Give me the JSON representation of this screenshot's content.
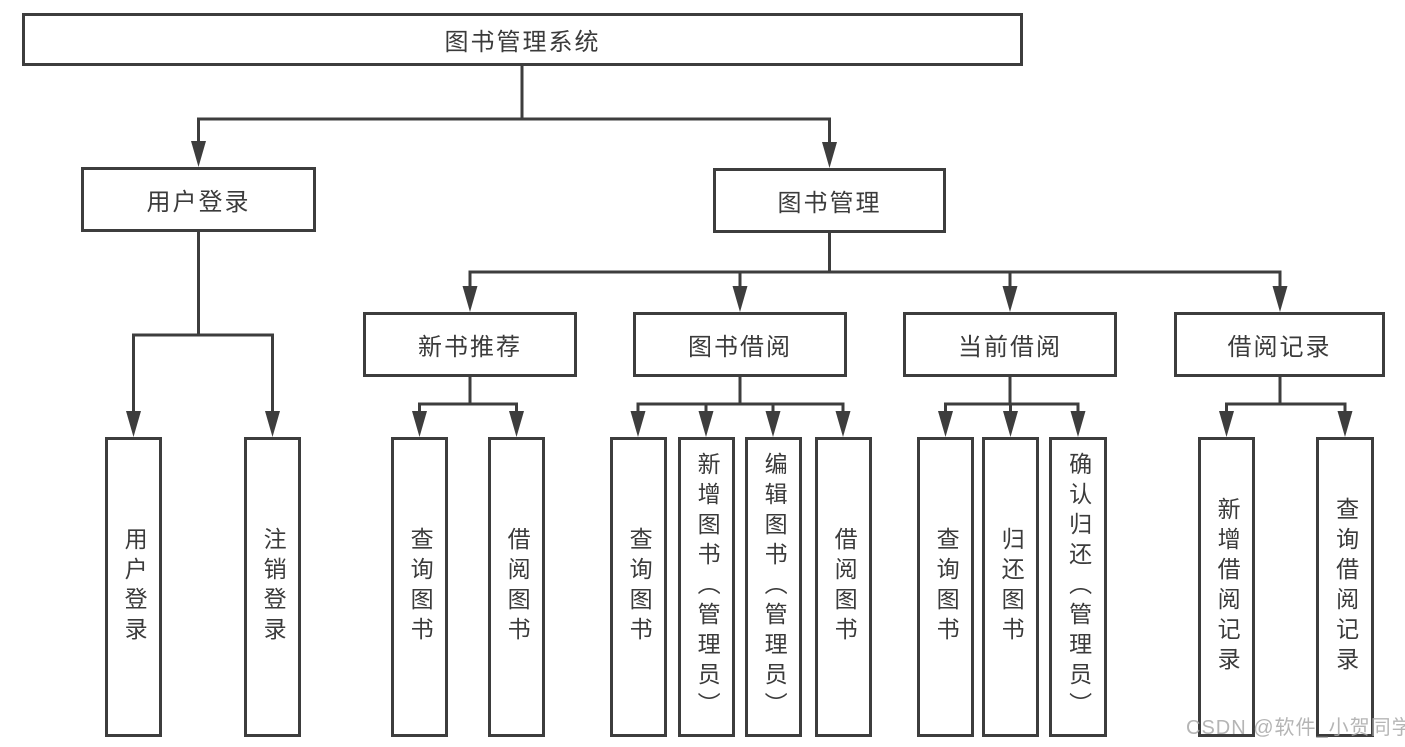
{
  "diagram": {
    "root": "图书管理系统",
    "level1": {
      "user_login": "用户登录",
      "book_mgmt": "图书管理"
    },
    "level2": {
      "new_books": "新书推荐",
      "book_borrow": "图书借阅",
      "current_borrow": "当前借阅",
      "borrow_records": "借阅记录"
    },
    "leaves": {
      "user_login_leaf": "用户登录",
      "logout": "注销登录",
      "nb_query": "查询图书",
      "nb_borrow": "借阅图书",
      "bb_query": "查询图书",
      "bb_add": "新增图书（管理员）",
      "bb_edit": "编辑图书（管理员）",
      "bb_borrow": "借阅图书",
      "cb_query": "查询图书",
      "cb_return": "归还图书",
      "cb_confirm": "确认归还（管理员）",
      "br_add": "新增借阅记录",
      "br_query": "查询借阅记录"
    }
  },
  "watermark": "CSDN @软件_小贺同学",
  "colors": {
    "line": "#3d3d3d",
    "text": "#3b3b3b",
    "watermark": "#a8a8a8",
    "background": "#ffffff"
  }
}
